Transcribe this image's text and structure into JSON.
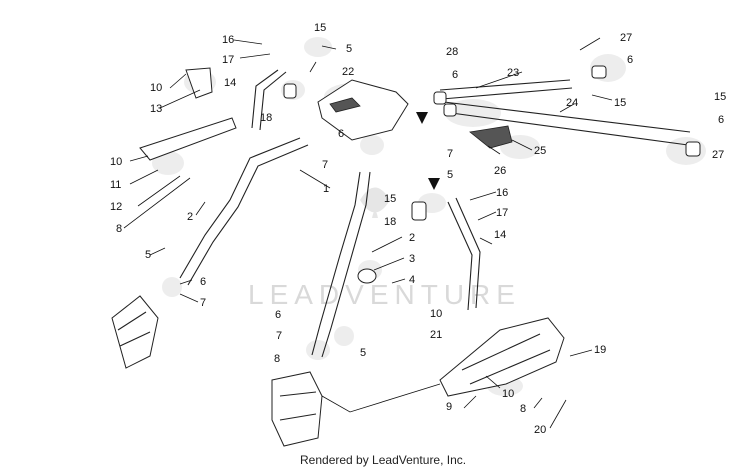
{
  "callouts": [
    "1",
    "2",
    "2",
    "3",
    "4",
    "5",
    "5",
    "5",
    "5",
    "5",
    "6",
    "6",
    "6",
    "6",
    "6",
    "6",
    "7",
    "7",
    "7",
    "7",
    "8",
    "8",
    "8",
    "9",
    "10",
    "10",
    "10",
    "10",
    "11",
    "12",
    "13",
    "14",
    "14",
    "15",
    "15",
    "15",
    "15",
    "16",
    "16",
    "17",
    "17",
    "18",
    "18",
    "19",
    "20",
    "21",
    "22",
    "23",
    "24",
    "25",
    "26",
    "27",
    "27",
    "28"
  ],
  "watermark": "LEADVENTURE",
  "footer": "Rendered by LeadVenture, Inc."
}
